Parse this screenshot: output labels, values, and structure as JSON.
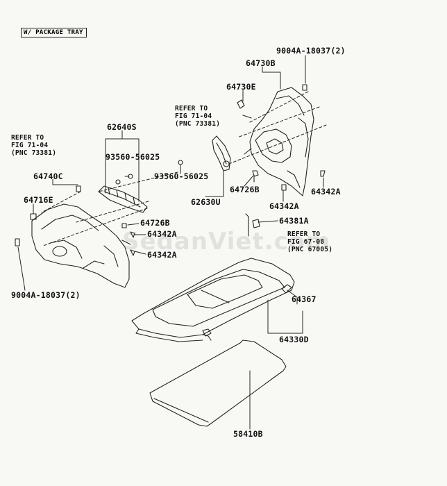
{
  "header": {
    "variant_tag": "W/ PACKAGE TRAY"
  },
  "watermark": "SedanViet.com",
  "parts": {
    "p9004a_top": "9004A-18037(2)",
    "p64730b": "64730B",
    "p64730e": "64730E",
    "p62640s": "62640S",
    "p93560_a": "93560-56025",
    "p93560_b": "93560-56025",
    "p64740c": "64740C",
    "p64716e": "64716E",
    "p64726b_a": "64726B",
    "p64726b_b": "64726B",
    "p62630u": "62630U",
    "p64342a_a": "64342A",
    "p64342a_b": "64342A",
    "p64342a_c": "64342A",
    "p64342a_d": "64342A",
    "p64381a": "64381A",
    "p9004a_bottom": "9004A-18037(2)",
    "p64367": "64367",
    "p64330d": "64330D",
    "p58410b": "58410B"
  },
  "references": {
    "ref_fig71_center": "REFER TO\nFIG 71-04\n(PNC 73381)",
    "ref_fig71_left": "REFER TO\nFIG 71-04\n(PNC 73381)",
    "ref_fig67": "REFER TO\nFIG 67-08\n(PNC 67005)"
  },
  "colors": {
    "line": "#222222",
    "paper": "#f8f8f4"
  }
}
